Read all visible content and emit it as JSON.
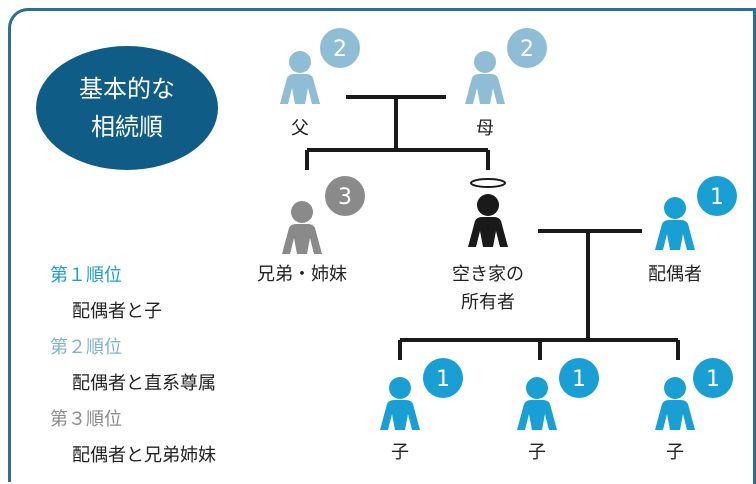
{
  "title": {
    "line1": "基本的な",
    "line2": "相続順"
  },
  "legend": {
    "rank1": "第１順位",
    "rank1_desc": "配偶者と子",
    "rank2": "第２順位",
    "rank2_desc": "配偶者と直系尊属",
    "rank3": "第３順位",
    "rank3_desc": "配偶者と兄弟姉妹"
  },
  "people": {
    "father": {
      "label": "父",
      "rank": "2"
    },
    "mother": {
      "label": "母",
      "rank": "2"
    },
    "siblings": {
      "label": "兄弟・姉妹",
      "rank": "3"
    },
    "owner": {
      "label1": "空き家の",
      "label2": "所有者"
    },
    "spouse": {
      "label": "配偶者",
      "rank": "1"
    },
    "child1": {
      "label": "子",
      "rank": "1"
    },
    "child2": {
      "label": "子",
      "rank": "1"
    },
    "child3": {
      "label": "子",
      "rank": "1"
    }
  },
  "colors": {
    "rank1": "#1a9fd4",
    "rank2": "#8fbdd6",
    "rank3": "#8a8a8a",
    "owner": "#1a1a1a",
    "title_bg": "#0f5c86"
  }
}
